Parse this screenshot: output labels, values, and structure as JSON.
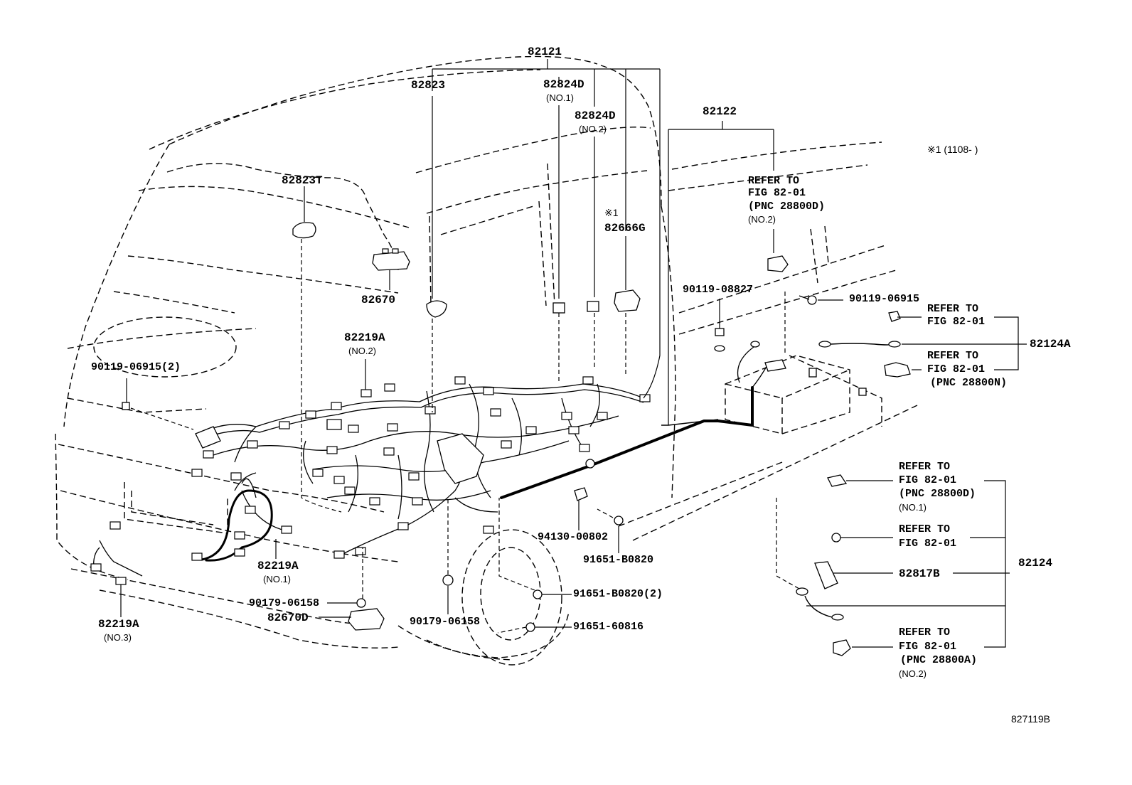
{
  "diagram": {
    "footer_code": "827119B",
    "labels": {
      "p82121": "82121",
      "p82823": "82823",
      "p82824d_1": "82824D",
      "p82824d_1_sub": "(NO.1)",
      "p82824d_2": "82824D",
      "p82824d_2_sub": "(NO.2)",
      "p82122": "82122",
      "note_1108": "※1 (1108-      )",
      "refer_fig_d2_1": "REFER TO",
      "refer_fig_d2_2": "FIG 82-01",
      "refer_fig_d2_3": "(PNC 28800D)",
      "refer_fig_d2_4": "(NO.2)",
      "mark_826666g": "※1",
      "p826666g": "82666G",
      "p82823t": "82823T",
      "p82670": "82670",
      "p82219a_2": "82219A",
      "p82219a_2_sub": "(NO.2)",
      "p90119_06915_2": "90119-06915(2)",
      "p90119_08827": "90119-08827",
      "p90119_06915": "90119-06915",
      "refer_a1": "REFER TO",
      "refer_a2": "FIG 82-01",
      "p82124a": "82124A",
      "refer_n1": "REFER TO",
      "refer_n2": "FIG 82-01",
      "refer_n3": "(PNC 28800N)",
      "refer_d1_1": "REFER TO",
      "refer_d1_2": "FIG 82-01",
      "refer_d1_3": "(PNC 28800D)",
      "refer_d1_4": "(NO.1)",
      "refer_b1": "REFER TO",
      "refer_b2": "FIG 82-01",
      "p82124": "82124",
      "p82817b": "82817B",
      "refer_a_1": "REFER TO",
      "refer_a_2": "FIG 82-01",
      "refer_a_3": "(PNC 28800A)",
      "refer_a_4": "(NO.2)",
      "p94130_00802": "94130-00802",
      "p91651_b0820": "91651-B0820",
      "p91651_b0820_2": "91651-B0820(2)",
      "p91651_60816": "91651-60816",
      "p82219a_1": "82219A",
      "p82219a_1_sub": "(NO.1)",
      "p90179_06158_a": "90179-06158",
      "p82670d": "82670D",
      "p90179_06158_b": "90179-06158",
      "p82219a_3": "82219A",
      "p82219a_3_sub": "(NO.3)"
    }
  }
}
